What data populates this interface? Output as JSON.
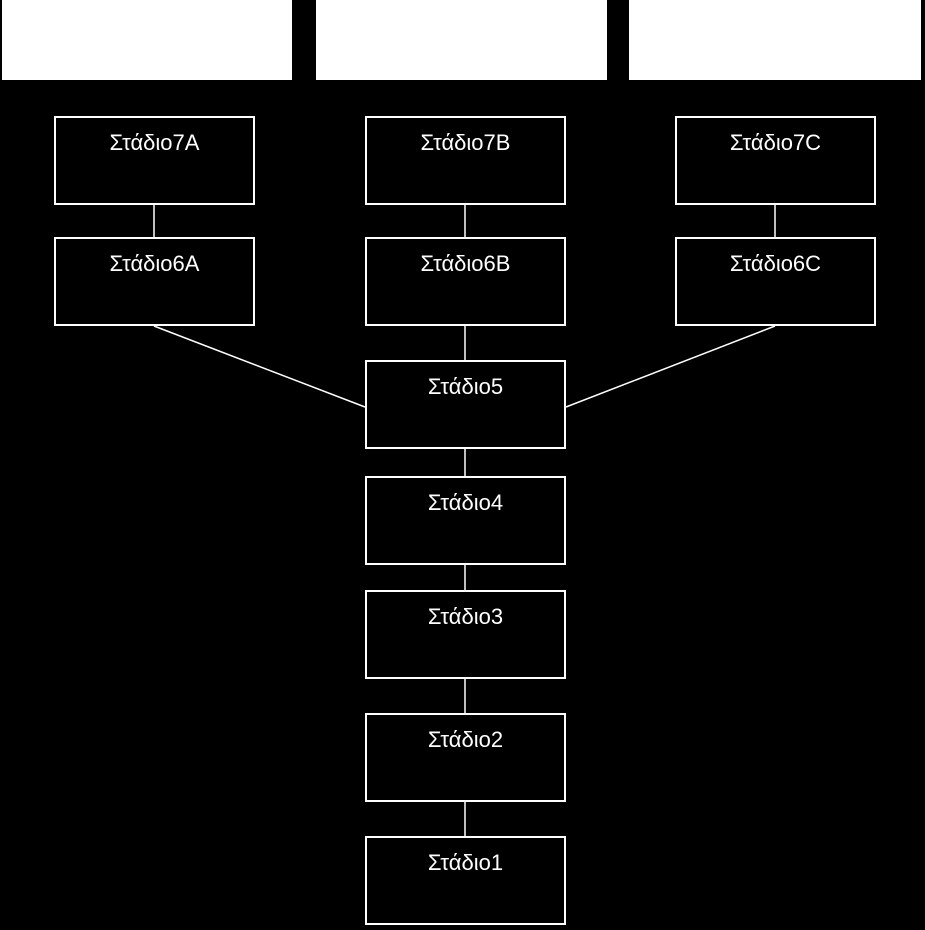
{
  "colors": {
    "background": "#000000",
    "foreground": "#ffffff"
  },
  "header_boxes": [
    "",
    "",
    ""
  ],
  "stages": {
    "s7a": "Στάδιο7A",
    "s7b": "Στάδιο7B",
    "s7c": "Στάδιο7C",
    "s6a": "Στάδιο6A",
    "s6b": "Στάδιο6B",
    "s6c": "Στάδιο6C",
    "s5": "Στάδιο5",
    "s4": "Στάδιο4",
    "s3": "Στάδιο3",
    "s2": "Στάδιο2",
    "s1": "Στάδιο1"
  }
}
